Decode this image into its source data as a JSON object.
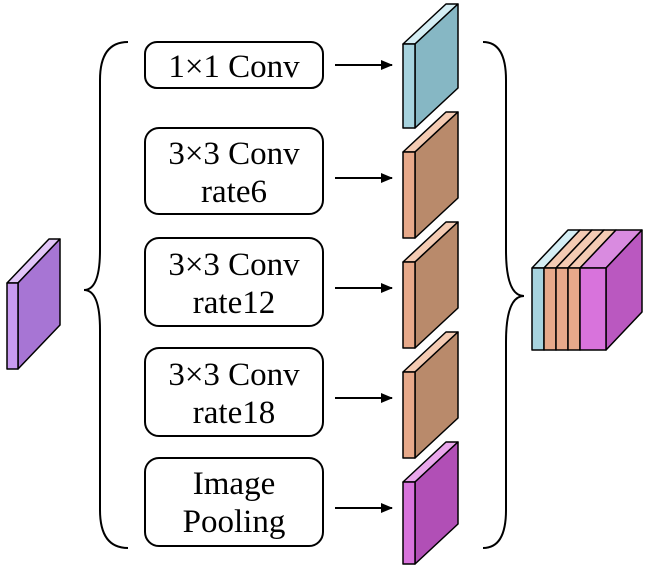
{
  "branches": [
    {
      "id": "conv1x1",
      "lines": [
        "1×1 Conv"
      ],
      "color": "blue"
    },
    {
      "id": "conv3x3-rate6",
      "lines": [
        "3×3 Conv",
        "rate6"
      ],
      "color": "tan"
    },
    {
      "id": "conv3x3-rate12",
      "lines": [
        "3×3 Conv",
        "rate12"
      ],
      "color": "tan"
    },
    {
      "id": "conv3x3-rate18",
      "lines": [
        "3×3 Conv",
        "rate18"
      ],
      "color": "tan"
    },
    {
      "id": "image-pooling",
      "lines": [
        "Image",
        "Pooling"
      ],
      "color": "magenta"
    }
  ],
  "colors": {
    "input_front": "#c89af0",
    "input_side": "#a775d4",
    "input_top": "#e2c6f8",
    "blue_front": "#a7d3de",
    "blue_side": "#86b7c4",
    "blue_top": "#d5eef4",
    "tan_front": "#e7a98a",
    "tan_side": "#b98a6b",
    "tan_top": "#f4cbb3",
    "magenta_front": "#d873dc",
    "magenta_side": "#b14fb6",
    "magenta_top": "#eaa7ec",
    "concat_side": "#ba58c0",
    "concat_top_magenta": "#d98be0"
  }
}
